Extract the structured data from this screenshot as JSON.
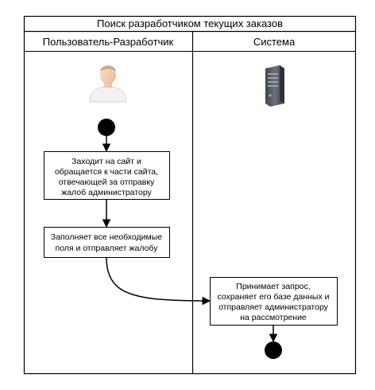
{
  "diagram": {
    "title": "Поиск разработчиком текущих заказов",
    "lanes": [
      {
        "label": "Пользователь-Разработчик"
      },
      {
        "label": "Система"
      }
    ],
    "icons": {
      "user": "user-icon",
      "system": "server-icon"
    },
    "activities": {
      "visit_site": {
        "lines": [
          "Заходит на сайт и",
          "обращается к части сайта,",
          "отвечающей за отправку",
          "жалоб администратору"
        ]
      },
      "fill_form": {
        "lines": [
          "Заполняет все необходимые",
          "поля и отправляет жалобу"
        ]
      },
      "receive_request": {
        "lines": [
          "Принимает запрос,",
          "сохраняет его базе данных и",
          "отправляет администратору",
          "на рассмотрение"
        ]
      }
    },
    "nodes": {
      "start": "initial-node",
      "end": "final-node"
    }
  }
}
